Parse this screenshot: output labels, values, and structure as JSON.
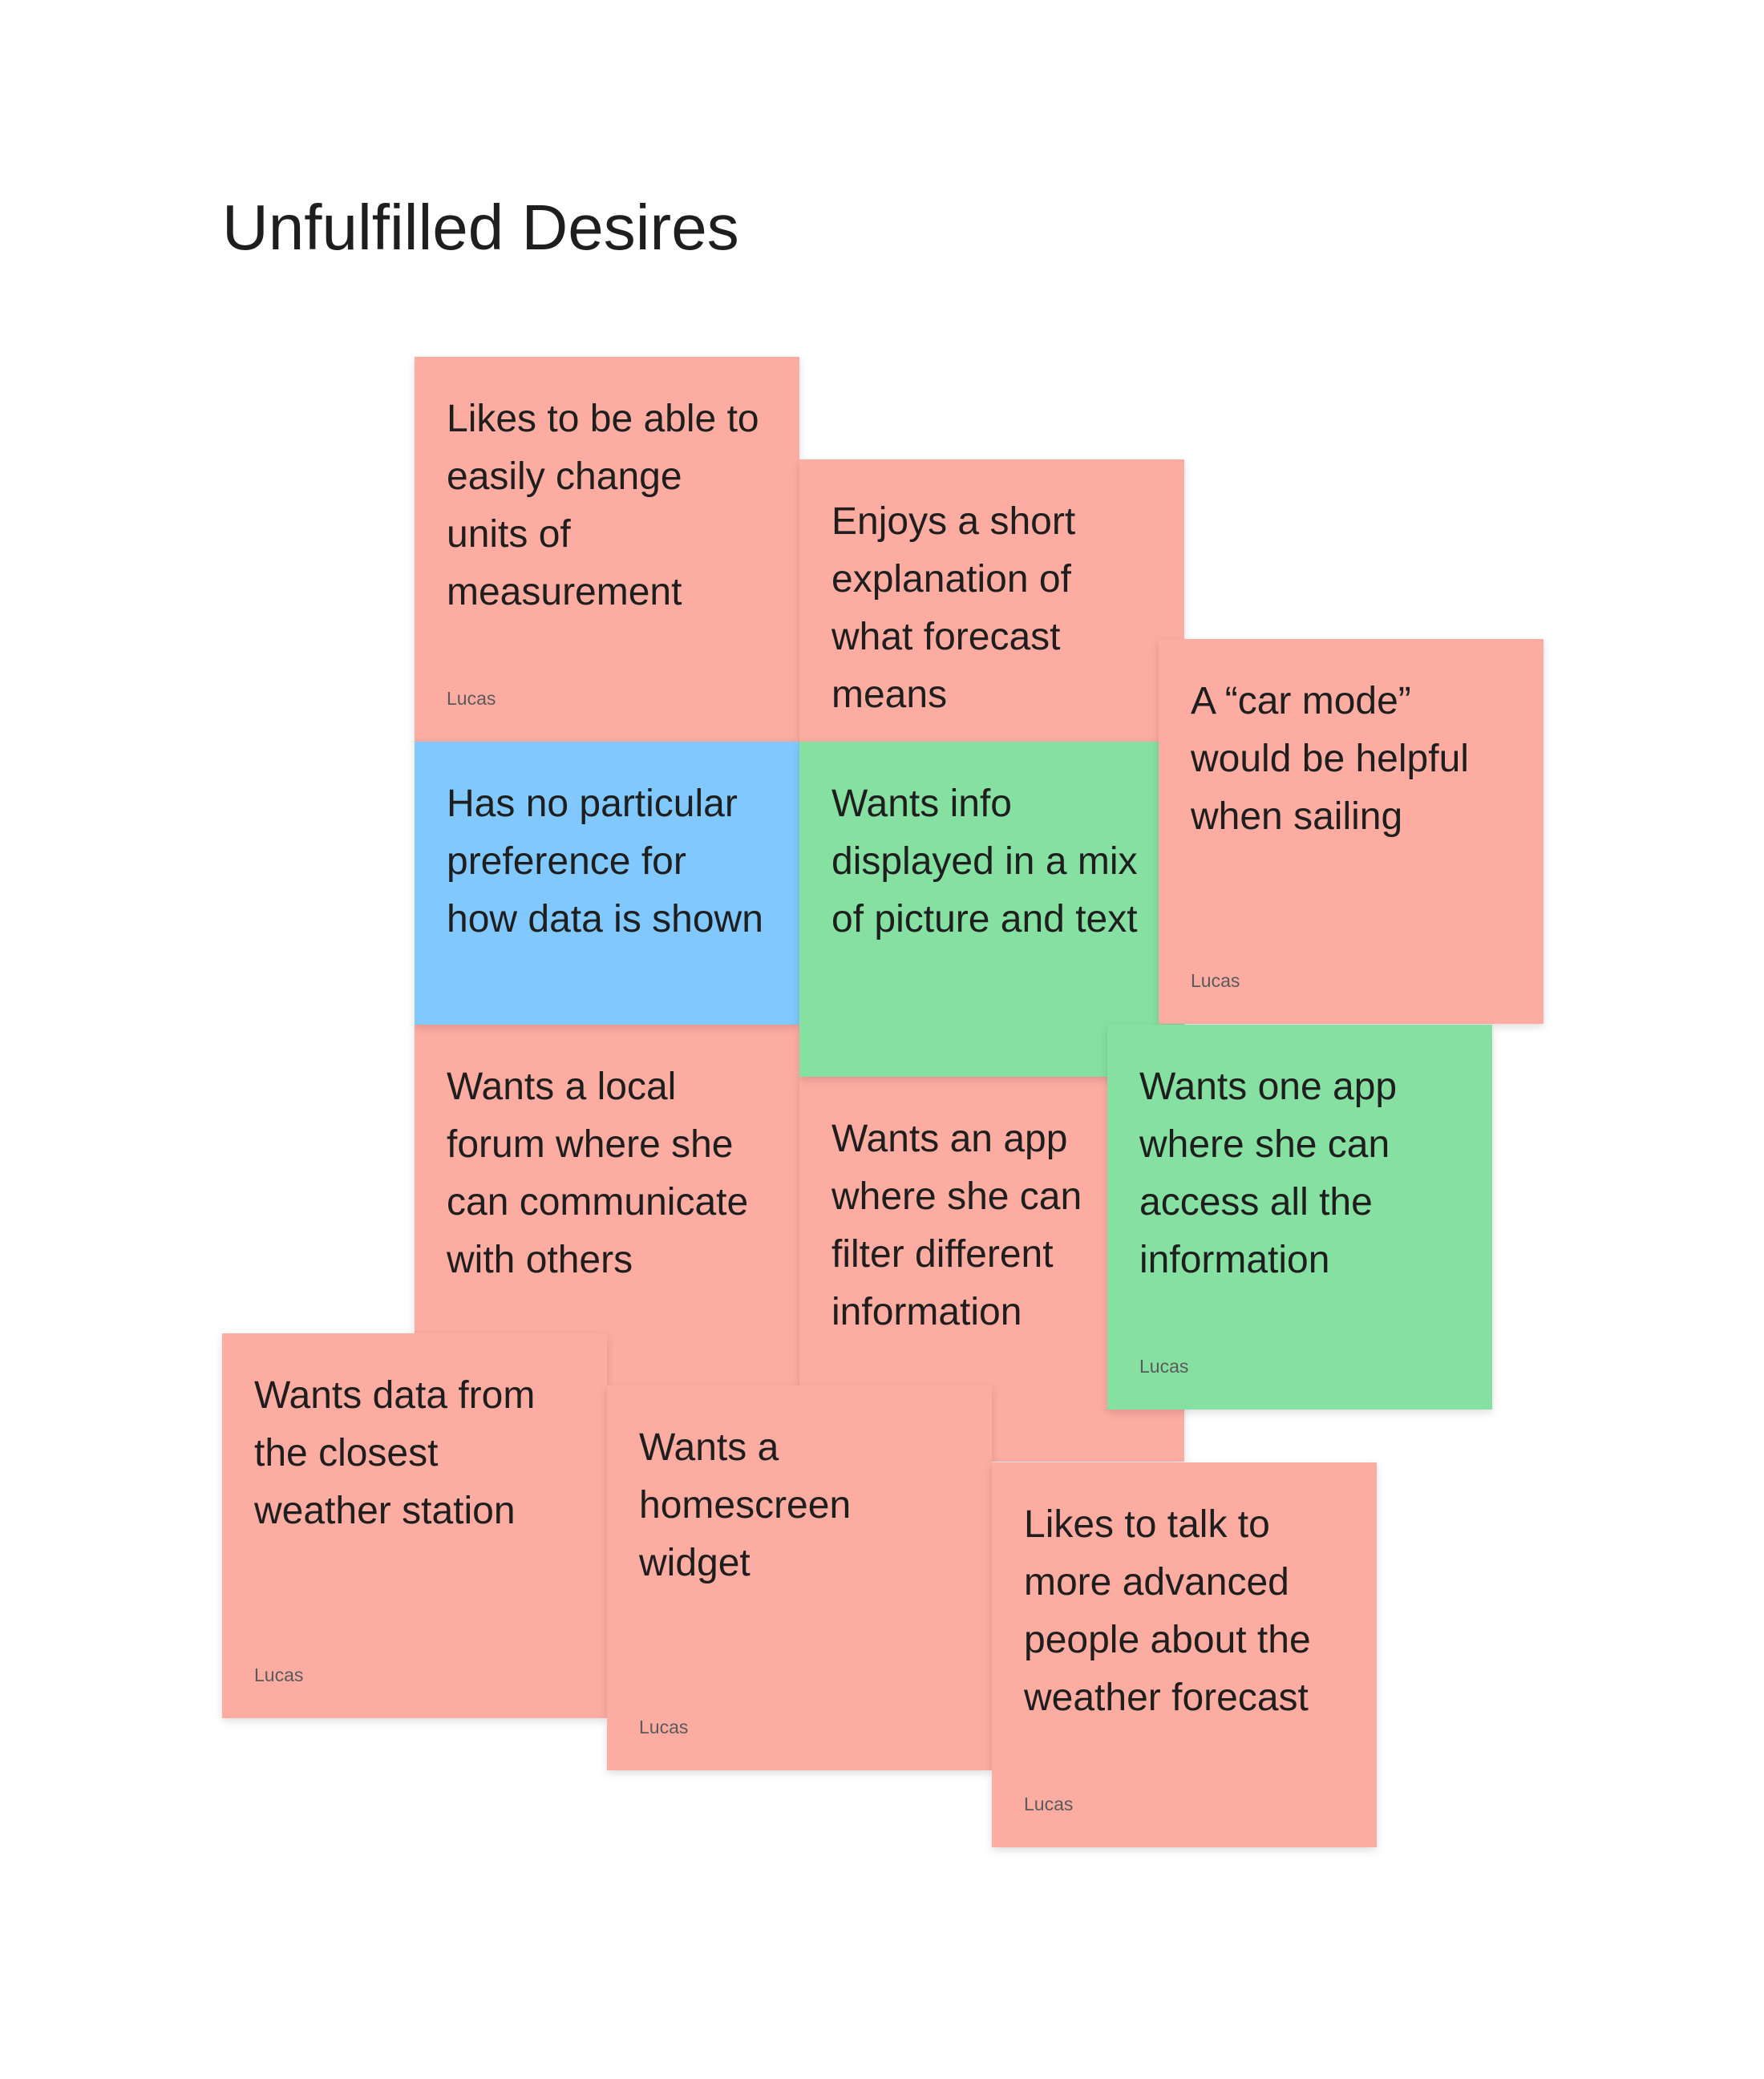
{
  "title": "Unfulfilled Desires",
  "colors": {
    "red": "#fdaca1",
    "blue": "#80c8fd",
    "green": "#86e0a2",
    "text": "#1e1e1e",
    "author": "#5a5a5a"
  },
  "notes": {
    "units": {
      "text": "Likes to be able to easily change units of measurement",
      "author": "Lucas",
      "color": "red"
    },
    "explanation": {
      "text": "Enjoys a short explanation of what forecast means",
      "author": "",
      "color": "red"
    },
    "car_mode": {
      "text": "A “car mode” would be helpful when sailing",
      "author": "Lucas",
      "color": "red"
    },
    "no_preference": {
      "text": "Has no particular preference for how data is shown",
      "author": "",
      "color": "blue"
    },
    "picture_text": {
      "text": "Wants info displayed in a mix of picture and text",
      "author": "",
      "color": "green"
    },
    "forum": {
      "text": "Wants a local forum where she can communicate with others",
      "author": "",
      "color": "red"
    },
    "filter": {
      "text": "Wants an app where she can filter different information",
      "author": "",
      "color": "red"
    },
    "one_app": {
      "text": "Wants one app where she can access all the information",
      "author": "Lucas",
      "color": "green"
    },
    "closest_station": {
      "text": "Wants data from the closest weather station",
      "author": "Lucas",
      "color": "red"
    },
    "widget": {
      "text": "Wants a homescreen widget",
      "author": "Lucas",
      "color": "red"
    },
    "advanced_people": {
      "text": "Likes to talk to more advanced people about the weather forecast",
      "author": "Lucas",
      "color": "red"
    }
  }
}
